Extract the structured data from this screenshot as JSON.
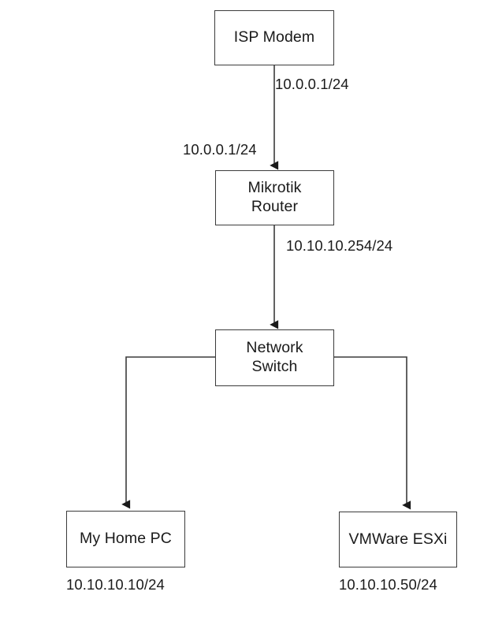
{
  "diagram": {
    "type": "network-topology",
    "background_color": "#ffffff",
    "line_color": "#3b3b3b",
    "text_color": "#1a1a1a",
    "nodes": [
      {
        "id": "isp-modem",
        "label": "ISP Modem"
      },
      {
        "id": "mikrotik-router",
        "label": "Mikrotik\nRouter"
      },
      {
        "id": "network-switch",
        "label": "Network\nSwitch"
      },
      {
        "id": "home-pc",
        "label": "My Home PC"
      },
      {
        "id": "vmware-esxi",
        "label": "VMWare ESXi"
      }
    ],
    "edge_labels": {
      "modem_router_top": "10.0.0.1/24",
      "modem_router_bottom": "10.0.0.1/24",
      "router_switch": "10.10.10.254/24",
      "home_pc_ip": "10.10.10.10/24",
      "esxi_ip": "10.10.10.50/24"
    },
    "connections": [
      {
        "from": "isp-modem",
        "to": "mikrotik-router",
        "arrow": true,
        "labels": [
          "10.0.0.1/24",
          "10.0.0.1/24"
        ]
      },
      {
        "from": "mikrotik-router",
        "to": "network-switch",
        "arrow": true,
        "labels": [
          "10.10.10.254/24"
        ]
      },
      {
        "from": "network-switch",
        "to": "home-pc",
        "arrow": true,
        "labels": []
      },
      {
        "from": "network-switch",
        "to": "vmware-esxi",
        "arrow": true,
        "labels": []
      }
    ]
  }
}
